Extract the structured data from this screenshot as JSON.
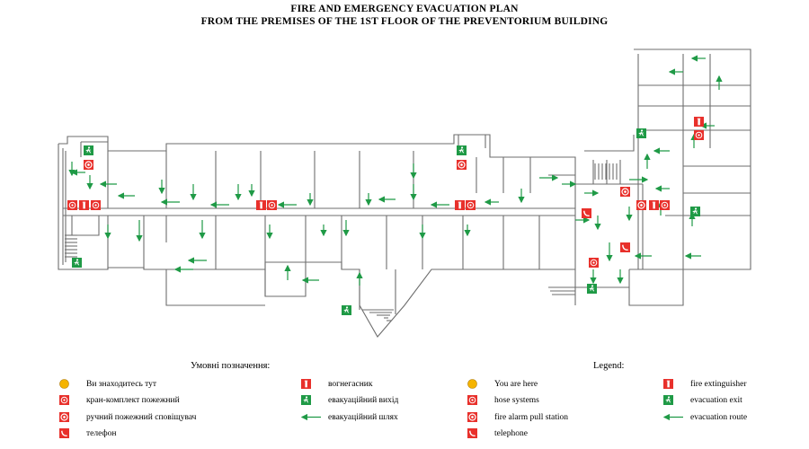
{
  "title": {
    "line1": "FIRE AND EMERGENCY EVACUATION PLAN",
    "line2": "FROM THE PREMISES OF THE 1ST FLOOR OF THE PREVENTORIUM BUILDING"
  },
  "colors": {
    "wall": "#6e6e6e",
    "sign_red": "#e8302b",
    "sign_green": "#1f9a46",
    "route_green": "#1f9a46",
    "you_are_here": "#f5b400"
  },
  "legend_ua": {
    "heading": "Умовні позначення:",
    "items": [
      {
        "icon": "you-are-here-icon",
        "label": "Ви знаходитесь тут"
      },
      {
        "icon": "hose-system-icon",
        "label": "кран-комплект пожежний"
      },
      {
        "icon": "fire-alarm-icon",
        "label": "ручний пожежний сповіщувач"
      },
      {
        "icon": "telephone-icon",
        "label": "телефон"
      },
      {
        "icon": "fire-extinguisher-icon",
        "label": "вогнегасник"
      },
      {
        "icon": "evacuation-exit-icon",
        "label": "евакуаційний вихід"
      },
      {
        "icon": "evacuation-route-icon",
        "label": "евакуаційний шлях"
      }
    ]
  },
  "legend_en": {
    "heading": "Legend:",
    "items": [
      {
        "icon": "you-are-here-icon",
        "label": "You are here"
      },
      {
        "icon": "hose-system-icon",
        "label": "hose systems"
      },
      {
        "icon": "fire-alarm-icon",
        "label": "fire alarm pull station"
      },
      {
        "icon": "telephone-icon",
        "label": "telephone"
      },
      {
        "icon": "fire-extinguisher-icon",
        "label": "fire extinguisher"
      },
      {
        "icon": "evacuation-exit-icon",
        "label": "evacuation exit"
      },
      {
        "icon": "evacuation-route-icon",
        "label": "evacuation route"
      }
    ]
  }
}
